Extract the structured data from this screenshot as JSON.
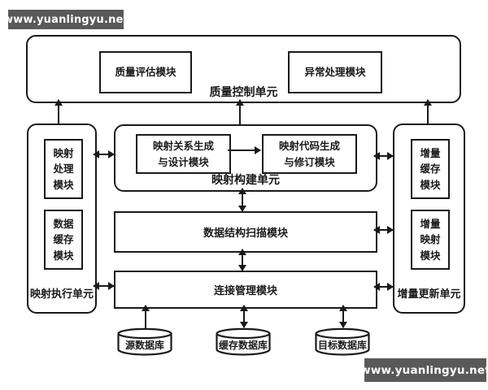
{
  "watermark": {
    "text": "www.yuanlingyu.net"
  },
  "colors": {
    "line": "#1a1a1a",
    "background": "#ffffff",
    "watermark_bg": "#595959",
    "watermark_text": "#ffffff"
  },
  "quality_unit": {
    "label": "质量控制单元",
    "modules": {
      "assessment": "质量评估模块",
      "exception": "异常处理模块"
    }
  },
  "construction_unit": {
    "label": "映射构建单元",
    "modules": {
      "relation_design": "映射关系生成\n与设计模块",
      "code_revision": "映射代码生成\n与修订模块"
    }
  },
  "execution_unit": {
    "label": "映射执行单元",
    "modules": {
      "mapping_processing": "映射\n处理\n模块",
      "data_cache": "数据\n缓存\n模块"
    }
  },
  "update_unit": {
    "label": "增量更新单元",
    "modules": {
      "incremental_cache": "增量\n缓存\n模块",
      "incremental_mapping": "增量\n映射\n模块"
    }
  },
  "scan_module": {
    "label": "数据结构扫描模块"
  },
  "connection_module": {
    "label": "连接管理模块"
  },
  "databases": {
    "source": "源数据库",
    "cache": "缓存数据库",
    "target": "目标数据库"
  }
}
